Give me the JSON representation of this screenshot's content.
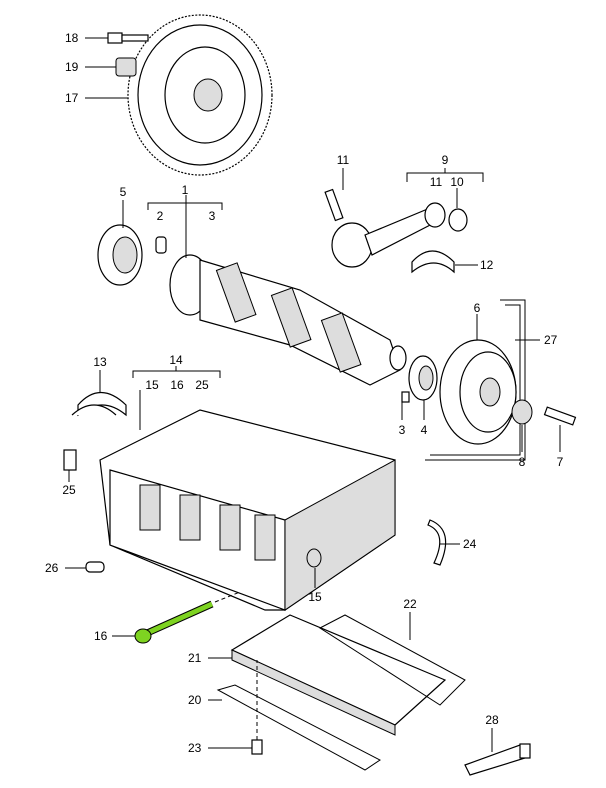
{
  "diagram": {
    "type": "exploded parts diagram",
    "highlight_color": "#7ed321",
    "highlighted_part": "16",
    "callouts": [
      "1",
      "2",
      "3",
      "3",
      "4",
      "5",
      "6",
      "7",
      "8",
      "9",
      "10",
      "11",
      "11",
      "12",
      "13",
      "14",
      "15",
      "16",
      "25",
      "15",
      "16",
      "17",
      "18",
      "19",
      "20",
      "21",
      "22",
      "23",
      "24",
      "25",
      "26",
      "27",
      "28"
    ]
  }
}
